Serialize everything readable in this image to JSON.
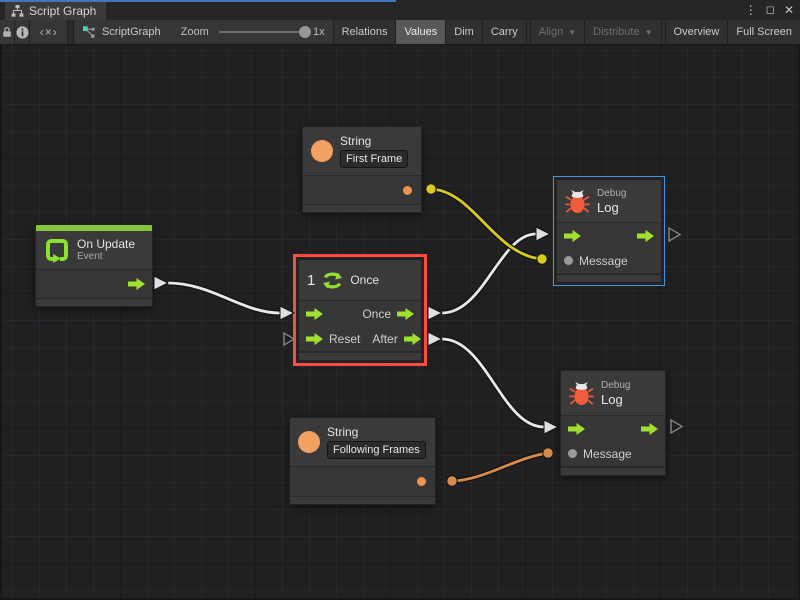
{
  "window": {
    "tab_title": "Script Graph",
    "menu_glyph": "⋮",
    "maximize_glyph": "◻",
    "close_glyph": "✕"
  },
  "toolbar": {
    "code_toggle_glyph": "‹×›",
    "graph_name": "ScriptGraph",
    "zoom_label": "Zoom",
    "zoom_value": "1x",
    "buttons": [
      {
        "label": "Relations",
        "active": false,
        "enabled": true
      },
      {
        "label": "Values",
        "active": true,
        "enabled": true
      },
      {
        "label": "Dim",
        "active": false,
        "enabled": true
      },
      {
        "label": "Carry",
        "active": false,
        "enabled": true
      },
      {
        "label": "Align",
        "active": false,
        "enabled": false,
        "dropdown": "▼"
      },
      {
        "label": "Distribute",
        "active": false,
        "enabled": false,
        "dropdown": "▼"
      },
      {
        "label": "Overview",
        "active": false,
        "enabled": true
      },
      {
        "label": "Full Screen",
        "active": false,
        "enabled": true
      }
    ]
  },
  "nodes": {
    "string_first": {
      "title": "String",
      "value": "First Frame"
    },
    "on_update": {
      "title": "On Update",
      "subtitle": "Event"
    },
    "once": {
      "counter": "1",
      "title": "Once",
      "out_primary": "Once",
      "in_secondary": "Reset",
      "out_secondary": "After"
    },
    "debug_top": {
      "subtitle": "Debug",
      "title": "Log",
      "input_label": "Message"
    },
    "debug_bottom": {
      "subtitle": "Debug",
      "title": "Log",
      "input_label": "Message"
    },
    "string_following": {
      "title": "String",
      "value": "Following Frames"
    }
  },
  "colors": {
    "flow_green": "#9fe12e",
    "event_strip_green": "#85c53c",
    "string_orange": "#f2a162",
    "bug_orange": "#f15c3c",
    "wire_white": "#e8e8e8",
    "wire_yellow": "#d8cb1e",
    "wire_orange": "#d98a4d",
    "selection_red": "#ff4a42",
    "selection_blue": "#4b93d9",
    "focus_blue": "#3d78bd"
  }
}
